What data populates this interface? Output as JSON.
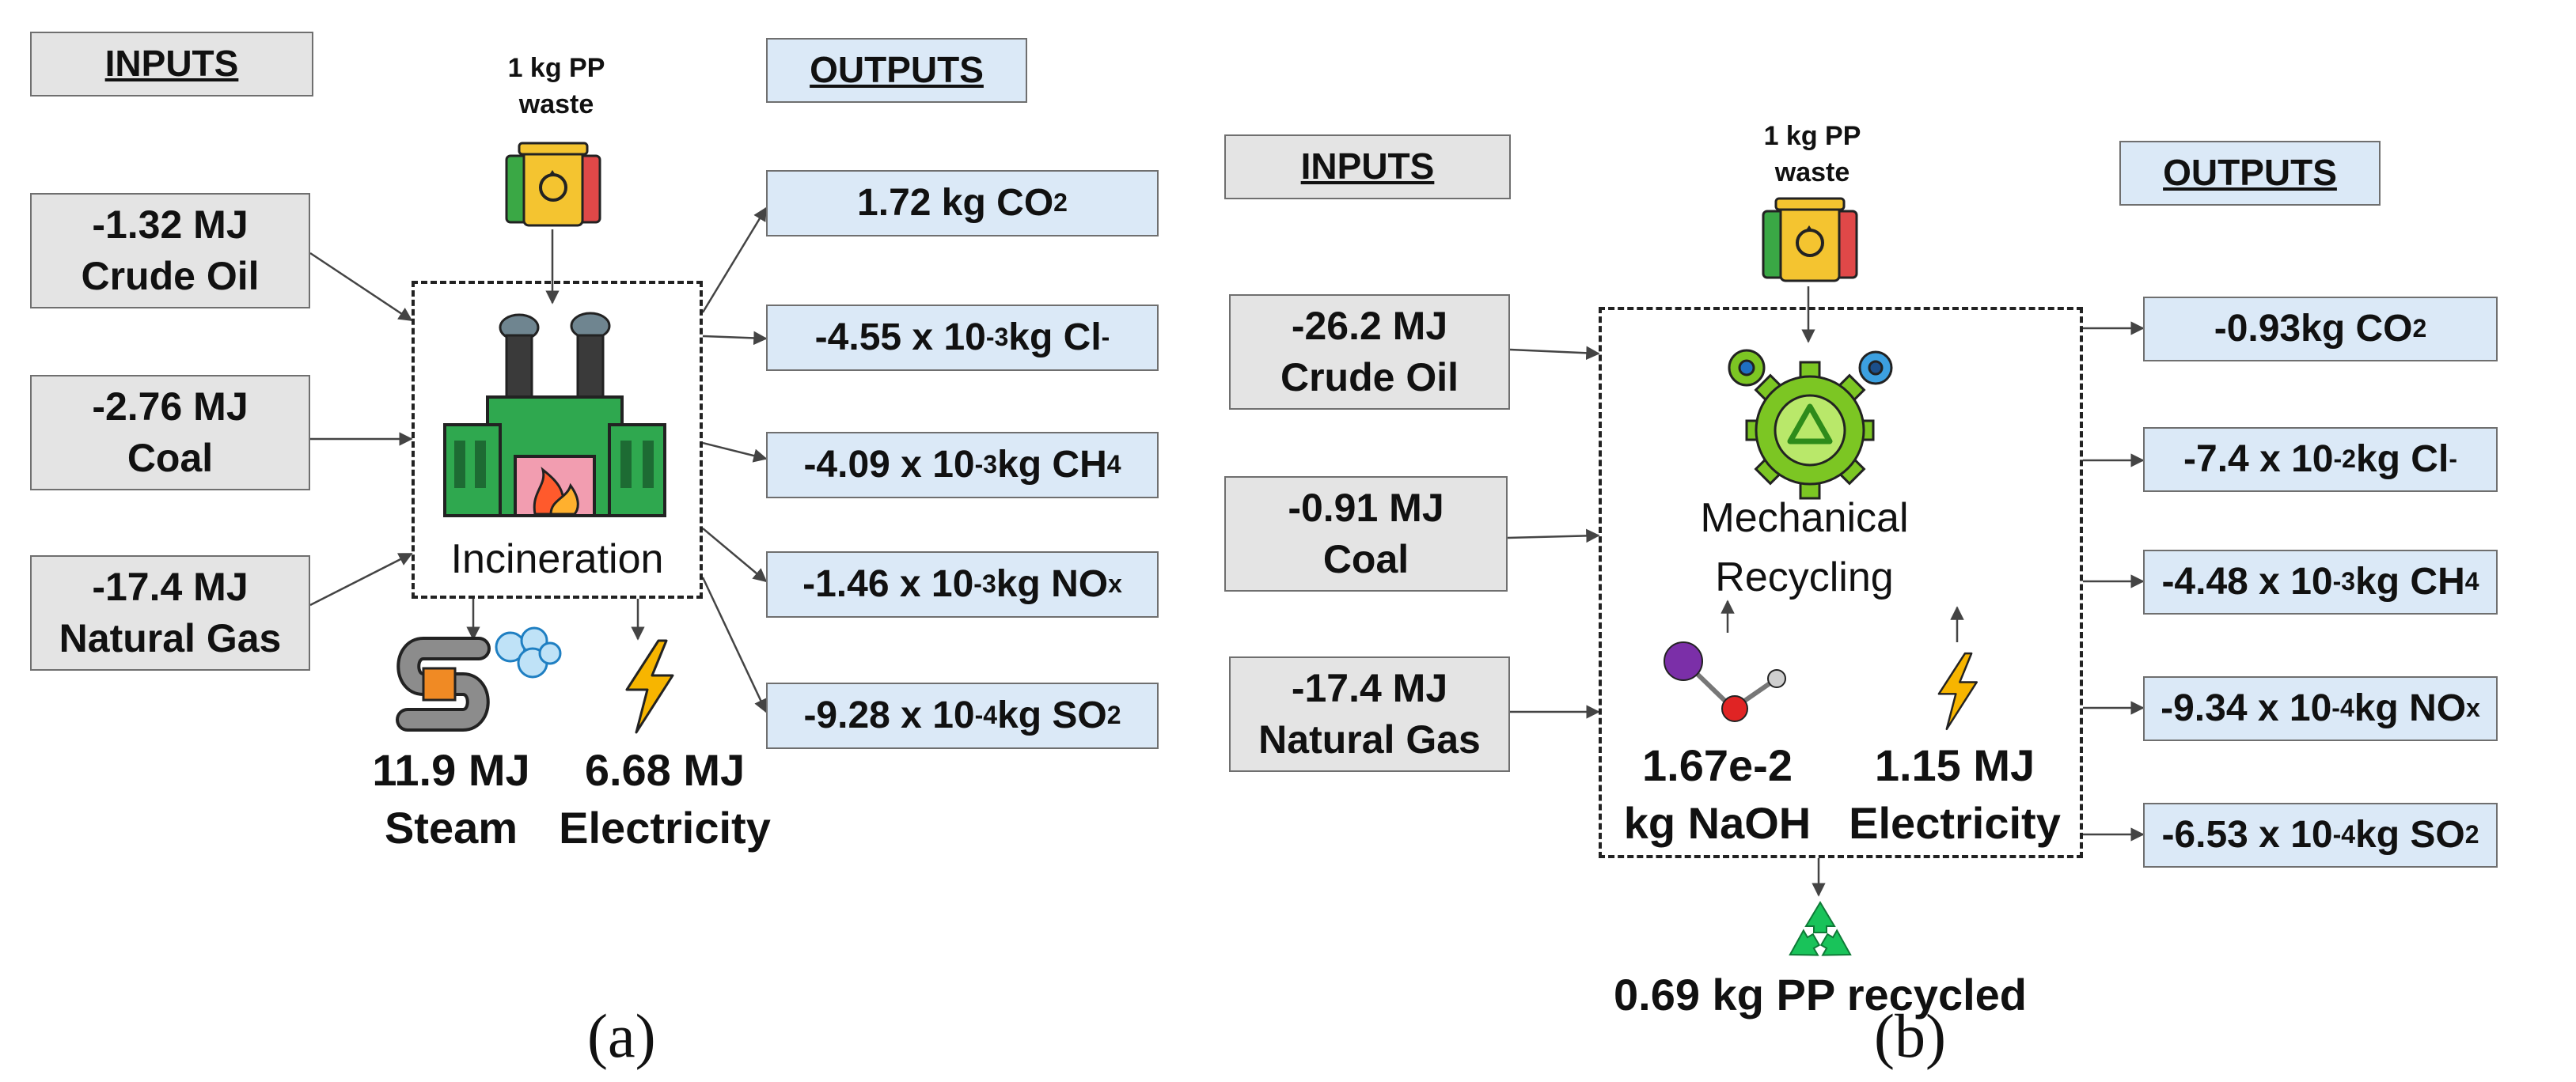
{
  "panel_a": {
    "inputs_header": "INPUTS",
    "outputs_header": "OUTPUTS",
    "waste_line1": "1 kg PP",
    "waste_line2": "waste",
    "process_label": "Incineration",
    "inputs": [
      {
        "value": "-1.32 MJ",
        "source": "Crude Oil"
      },
      {
        "value": "-2.76 MJ",
        "source": "Coal"
      },
      {
        "value": "-17.4 MJ",
        "source": "Natural Gas"
      }
    ],
    "outputs": [
      {
        "pre": "1.72 kg CO",
        "sup": "",
        "mid": "",
        "sub": "2"
      },
      {
        "pre": "-4.55 x 10",
        "sup": "-3",
        "mid": " kg Cl",
        "sup2": "-",
        "sub": ""
      },
      {
        "pre": "-4.09 x 10",
        "sup": "-3",
        "mid": " kg CH",
        "sub": "4"
      },
      {
        "pre": "-1.46 x 10",
        "sup": "-3",
        "mid": " kg NO",
        "sub": "x"
      },
      {
        "pre": "-9.28 x 10",
        "sup": "-4",
        "mid": " kg SO",
        "sub": "2"
      }
    ],
    "products": [
      {
        "amount": "11.9 MJ",
        "name": "Steam"
      },
      {
        "amount": "6.68 MJ",
        "name": "Electricity"
      }
    ],
    "caption": "(a)"
  },
  "panel_b": {
    "inputs_header": "INPUTS",
    "outputs_header": "OUTPUTS",
    "waste_line1": "1 kg PP",
    "waste_line2": "waste",
    "process_line1": "Mechanical",
    "process_line2": "Recycling",
    "inputs": [
      {
        "value": "-26.2 MJ",
        "source": "Crude Oil"
      },
      {
        "value": "-0.91 MJ",
        "source": "Coal"
      },
      {
        "value": "-17.4 MJ",
        "source": "Natural Gas"
      }
    ],
    "outputs": [
      {
        "pre": "-0.93kg CO",
        "sup": "",
        "mid": "",
        "sub": "2"
      },
      {
        "pre": "-7.4 x 10",
        "sup": "-2",
        "mid": " kg Cl",
        "sup2": "-",
        "sub": ""
      },
      {
        "pre": "-4.48 x 10",
        "sup": "-3",
        "mid": " kg CH",
        "sub": "4"
      },
      {
        "pre": "-9.34 x 10",
        "sup": "-4",
        "mid": " kg NO",
        "sub": "x"
      },
      {
        "pre": "-6.53 x 10",
        "sup": "-4",
        "mid": " kg SO",
        "sub": "2"
      }
    ],
    "aux_inputs": [
      {
        "amount": "1.67e-2",
        "name": "kg NaOH"
      },
      {
        "amount": "1.15 MJ",
        "name": "Electricity"
      }
    ],
    "product": "0.69 kg PP recycled",
    "caption": "(b)"
  },
  "colors": {
    "input_box": "#e4e4e4",
    "output_box": "#dbe9f7",
    "factory_green": "#2fa84f",
    "gear_green": "#7cc623",
    "recycle_green": "#19c35a",
    "bolt_yellow": "#f7b500"
  },
  "icons": [
    "waste-bins-icon",
    "factory-icon",
    "steam-pipe-icon",
    "lightning-icon",
    "gears-recycle-icon",
    "naoh-molecule-icon",
    "recycle-icon"
  ]
}
